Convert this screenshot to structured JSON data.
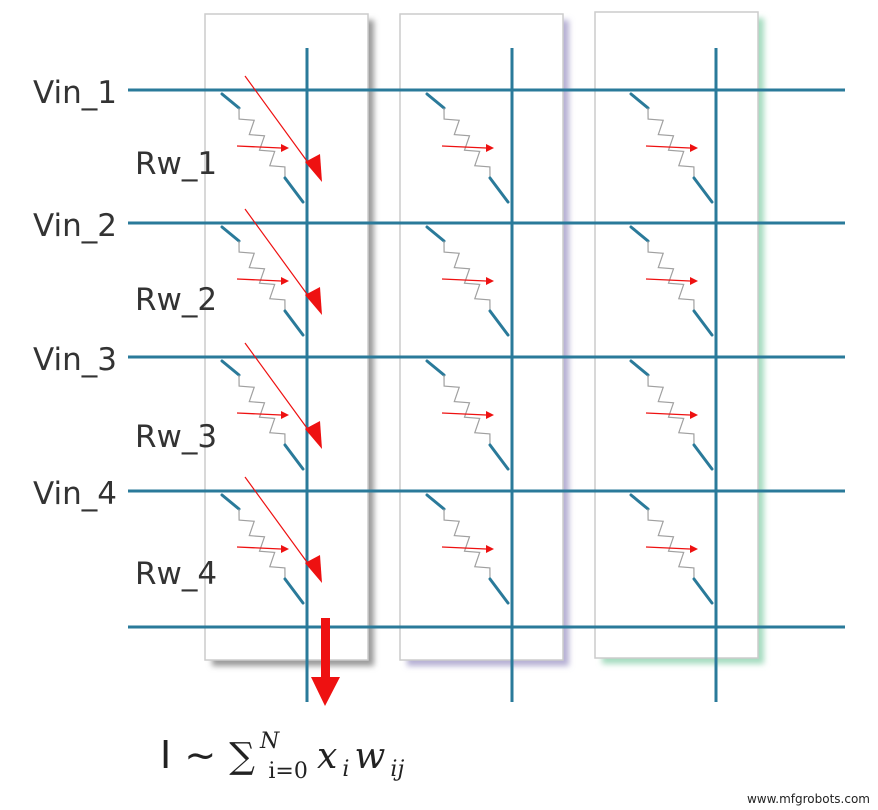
{
  "rows": [
    {
      "input_label": "Vin_1",
      "weight_label": "Rw_1"
    },
    {
      "input_label": "Vin_2",
      "weight_label": "Rw_2"
    },
    {
      "input_label": "Vin_3",
      "weight_label": "Rw_3"
    },
    {
      "input_label": "Vin_4",
      "weight_label": "Rw_4"
    }
  ],
  "column_count": 3,
  "formula": {
    "lhs": "I",
    "operator": "~",
    "sum_symbol": "∑",
    "lower_limit": "i=0",
    "upper_limit": "N",
    "term_x": "x",
    "term_x_sub": "i",
    "term_w": "w",
    "term_w_sub": "ij"
  },
  "watermark": "www.mfgrobots.com",
  "colors": {
    "wire": "#2a7a9a",
    "current_arrow": "#ee1111",
    "resistor": "#a0a0a0",
    "column_border": "#cccccc",
    "column_shadows": [
      "#9a9a9a",
      "#b6b0d4",
      "#a6dcc0"
    ]
  }
}
